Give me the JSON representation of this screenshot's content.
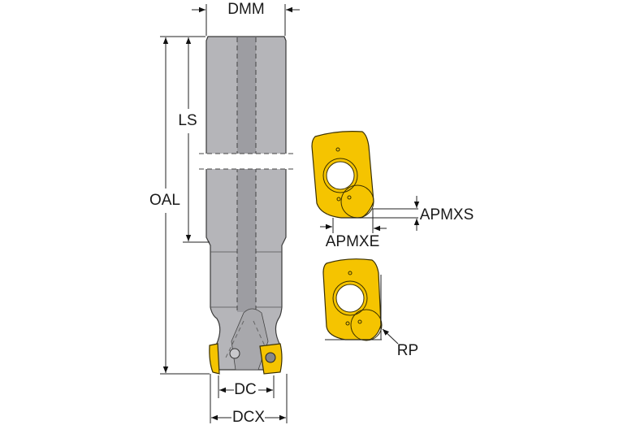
{
  "diagram": {
    "title": "End mill with indexable inserts dimensions",
    "labels": {
      "dmm": "DMM",
      "ls": "LS",
      "oal": "OAL",
      "dc": "DC",
      "dcx": "DCX",
      "apmxs": "APMXS",
      "apmxe": "APMXE",
      "rp": "RP"
    },
    "colors": {
      "body": "#b5b5b9",
      "channel": "#9d9da2",
      "insert": "#f5c400"
    }
  }
}
